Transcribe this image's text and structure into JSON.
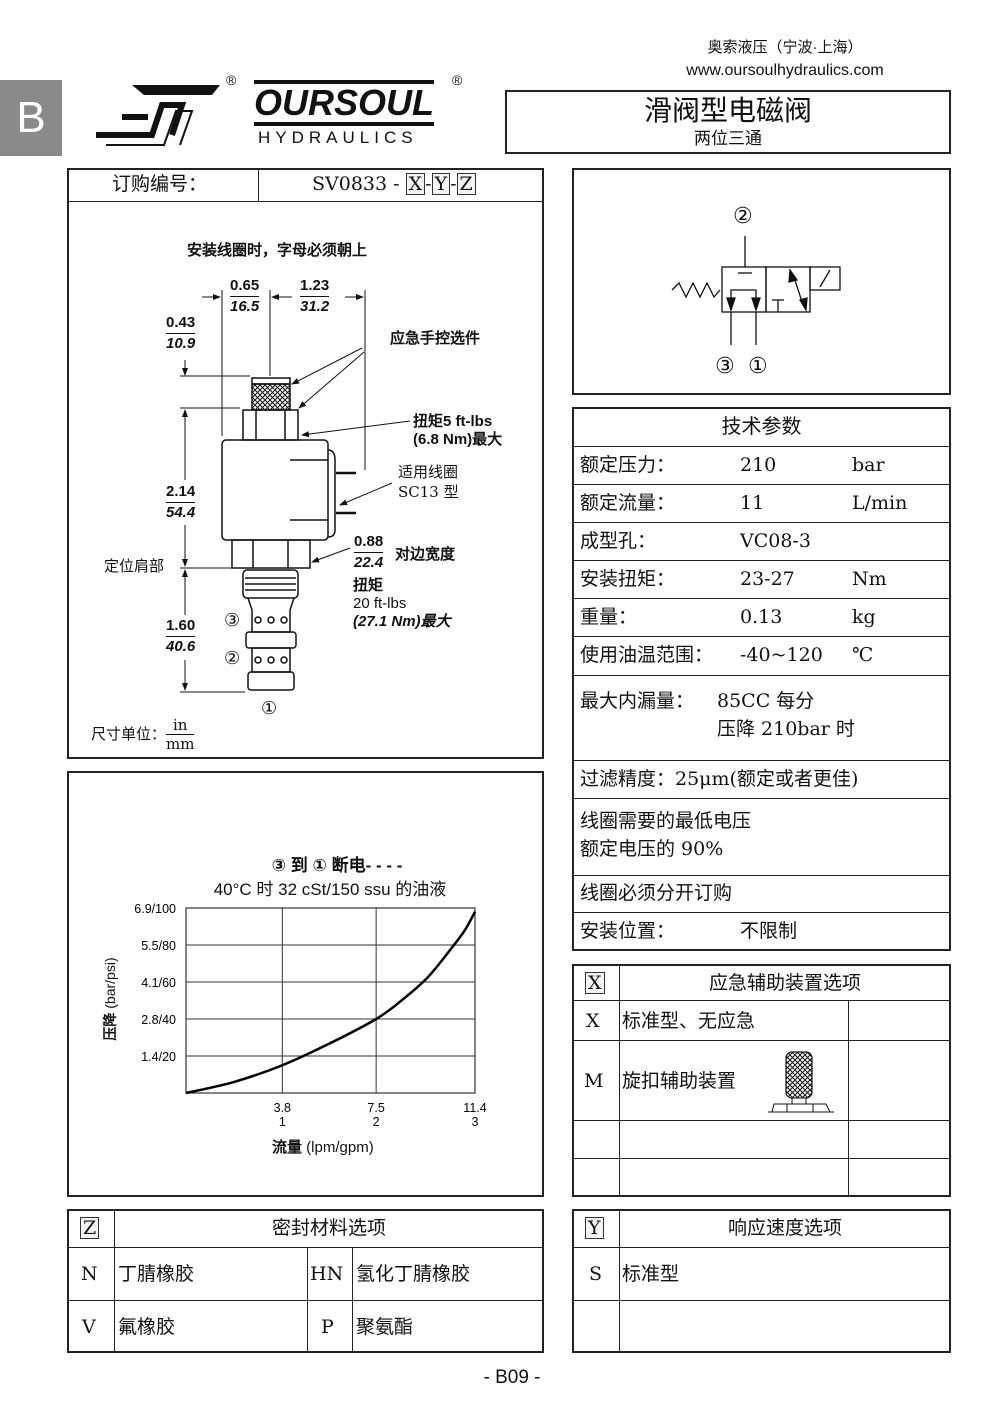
{
  "section_tab": "B",
  "logo": {
    "brand": "OURSOUL",
    "sub": "HYDRAULICS",
    "reg": "®"
  },
  "company": {
    "name": "奥索液压（宁波·上海）",
    "url": "www.oursoulhydraulics.com"
  },
  "title": {
    "main": "滑阀型电磁阀",
    "sub": "两位三通"
  },
  "order": {
    "label": "订购编号：",
    "model": "SV0833 -",
    "x": "X",
    "y": "Y",
    "z": "Z",
    "dash": "-"
  },
  "drawing": {
    "note": "安装线圈时，字母必须朝上",
    "dims": [
      {
        "in": "0.65",
        "mm": "16.5"
      },
      {
        "in": "1.23",
        "mm": "31.2"
      },
      {
        "in": "0.43",
        "mm": "10.9"
      },
      {
        "in": "2.14",
        "mm": "54.4"
      },
      {
        "in": "1.60",
        "mm": "40.6"
      },
      {
        "in": "0.88",
        "mm": "22.4"
      }
    ],
    "manual_override": "应急手控选件",
    "torque_nut_1": "扭矩5 ft-lbs",
    "torque_nut_2": "(6.8 Nm)最大",
    "coil_1": "适用线圈",
    "coil_2": "SC13 型",
    "hex_label": "对边宽度",
    "torque_body_1": "扭矩",
    "torque_body_2": "20 ft-lbs",
    "torque_body_3": "(27.1 Nm)最大",
    "shoulder": "定位肩部",
    "ports": [
      "③",
      "②",
      "①"
    ],
    "units_label": "尺寸单位：",
    "units_in": "in",
    "units_mm": "mm"
  },
  "schematic": {
    "ports": [
      "②",
      "③",
      "①"
    ]
  },
  "specs": {
    "title": "技术参数",
    "rows": [
      {
        "label": "额定压力：",
        "value": "210",
        "unit": "bar"
      },
      {
        "label": "额定流量：",
        "value": "11",
        "unit": "L/min"
      },
      {
        "label": "成型孔：",
        "value": "VC08-3",
        "unit": ""
      },
      {
        "label": "安装扭矩：",
        "value": "23-27",
        "unit": "Nm"
      },
      {
        "label": "重量：",
        "value": "0.13",
        "unit": "kg"
      },
      {
        "label": "使用油温范围：",
        "value": "-40~120",
        "unit": "℃"
      }
    ],
    "leak_label": "最大内漏量：",
    "leak_1": "85CC 每分",
    "leak_2": "压降 210bar 时",
    "filter": "过滤精度：25μm(额定或者更佳)",
    "voltage_1": "线圈需要的最低电压",
    "voltage_2": "额定电压的 90%",
    "coil_order": "线圈必须分开订购",
    "mount_label": "安装位置：",
    "mount_value": "不限制"
  },
  "x_options": {
    "code": "X",
    "title": "应急辅助装置选项",
    "rows": [
      {
        "code": "X",
        "desc": "标准型、无应急"
      },
      {
        "code": "M",
        "desc": "旋扣辅助装置"
      }
    ]
  },
  "z_options": {
    "code": "Z",
    "title": "密封材料选项",
    "rows": [
      {
        "c1": "N",
        "d1": "丁腈橡胶",
        "c2": "HN",
        "d2": "氢化丁腈橡胶"
      },
      {
        "c1": "V",
        "d1": "氟橡胶",
        "c2": "P",
        "d2": "聚氨酯"
      }
    ]
  },
  "y_options": {
    "code": "Y",
    "title": "响应速度选项",
    "rows": [
      {
        "code": "S",
        "desc": "标准型"
      }
    ]
  },
  "chart_data": {
    "type": "line",
    "title": "③ 到 ① 断电- - - -",
    "subtitle": "40°C 时 32 cSt/150 ssu 的油液",
    "xlabel_bold": "流量",
    "xlabel": " (lpm/gpm)",
    "ylabel_bold": "压降",
    "ylabel": " (bar/psi)",
    "xlim": [
      0,
      11.4
    ],
    "ylim": [
      0,
      100
    ],
    "x_ticks": [
      {
        "v": 3.8,
        "l1": "3.8",
        "l2": "1"
      },
      {
        "v": 7.5,
        "l1": "7.5",
        "l2": "2"
      },
      {
        "v": 11.4,
        "l1": "11.4",
        "l2": "3"
      }
    ],
    "y_ticks": [
      {
        "v": 20,
        "l": "1.4/20"
      },
      {
        "v": 40,
        "l": "2.8/40"
      },
      {
        "v": 60,
        "l": "4.1/60"
      },
      {
        "v": 80,
        "l": "5.5/80"
      },
      {
        "v": 100,
        "l": "6.9/100"
      }
    ],
    "grid": true,
    "series": [
      {
        "name": "③ 到 ① 断电",
        "x": [
          0,
          1.9,
          3.8,
          5.7,
          7.5,
          8.5,
          9.5,
          10.4,
          11.0,
          11.4
        ],
        "y": [
          0,
          6,
          15,
          27,
          40,
          50,
          62,
          77,
          88,
          98
        ]
      }
    ]
  },
  "footer": {
    "page": "- B09 -"
  }
}
